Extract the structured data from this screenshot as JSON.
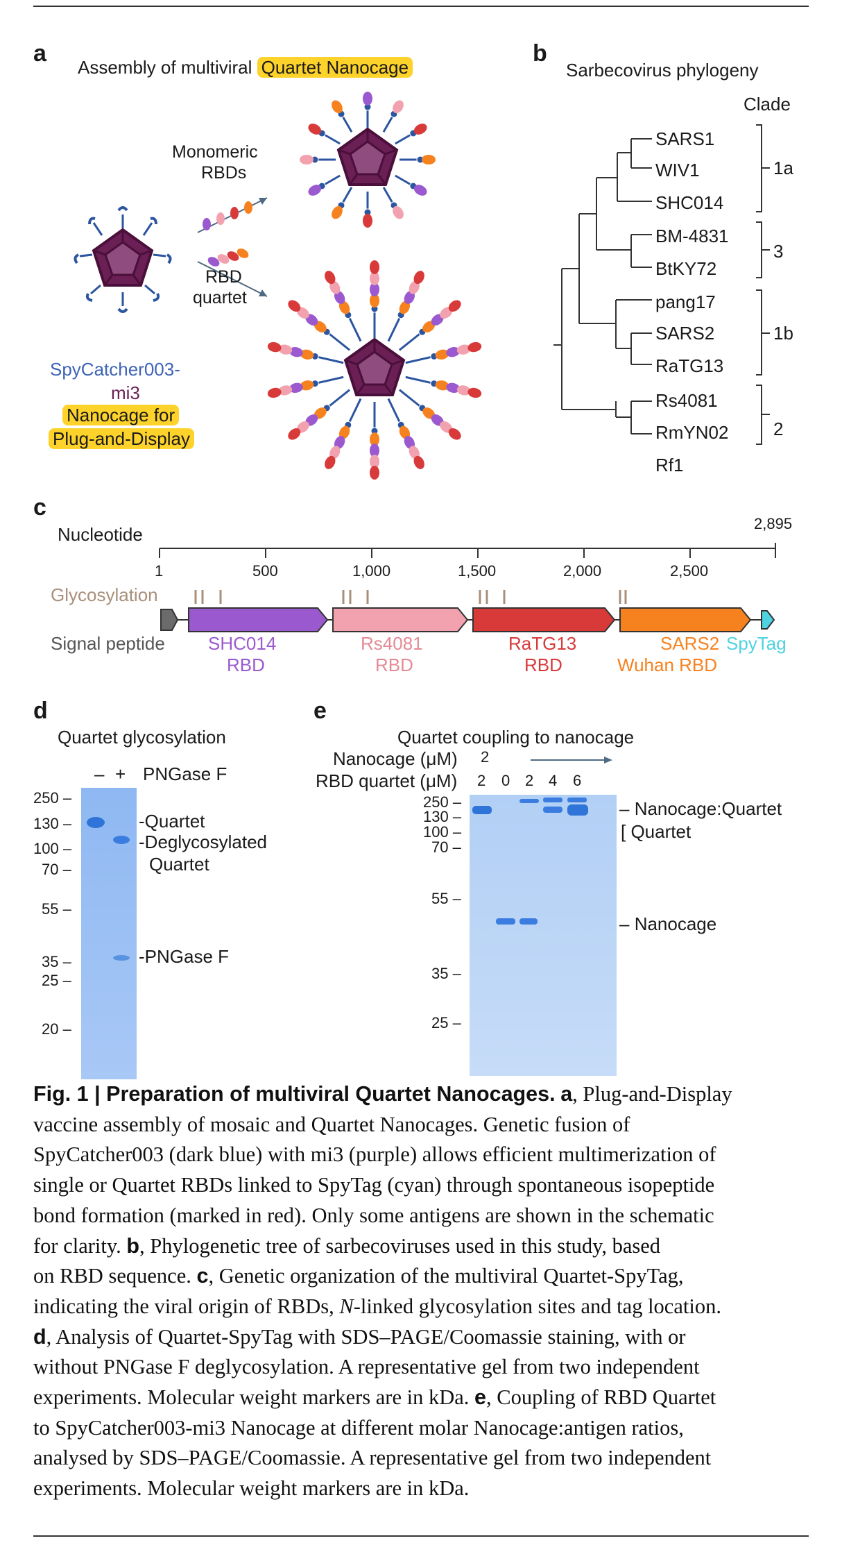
{
  "panel_a": {
    "letter": "a",
    "title_prefix": "Assembly of multiviral ",
    "title_highlight": "Quartet Nanocage",
    "monomeric_line1": "Monomeric",
    "monomeric_line2": "RBDs",
    "quartet_line1": "RBD",
    "quartet_line2": "quartet",
    "spycatcher_line1": "SpyCatcher003-",
    "spycatcher_line2": "mi3",
    "nanocage_line1": "Nanocage for",
    "nanocage_line2": "Plug-and-Display",
    "colors": {
      "cage": "#6a1f55",
      "cage_light": "#8e4d7e",
      "catcher": "#2c55a0",
      "highlight": "#fdd22a"
    }
  },
  "panel_b": {
    "letter": "b",
    "title": "Sarbecovirus phylogeny",
    "clade_header": "Clade",
    "taxa": [
      "SARS1",
      "WIV1",
      "SHC014",
      "BM-4831",
      "BtKY72",
      "pang17",
      "SARS2",
      "RaTG13",
      "Rs4081",
      "RmYN02",
      "Rf1"
    ],
    "clades": [
      "1a",
      "3",
      "1b",
      "2"
    ]
  },
  "panel_c": {
    "letter": "c",
    "nucleotide_label": "Nucleotide",
    "axis_end": "2,895",
    "ticks": [
      "1",
      "500",
      "1,000",
      "1,500",
      "2,000",
      "2,500"
    ],
    "glycosylation_label": "Glycosylation",
    "signal_label": "Signal peptide",
    "segments": [
      {
        "name1": "SHC014",
        "name2": "RBD",
        "color": "#9b59d0"
      },
      {
        "name1": "Rs4081",
        "name2": "RBD",
        "color": "#f2a2ae"
      },
      {
        "name1": "RaTG13",
        "name2": "RBD",
        "color": "#d83a3a"
      },
      {
        "name1": "SARS2",
        "name2": "Wuhan RBD",
        "color": "#f6821f"
      }
    ],
    "spytag_label": "SpyTag",
    "spytag_color": "#4fd3e0"
  },
  "panel_d": {
    "letter": "d",
    "title": "Quartet glycosylation",
    "lane_minus": "–",
    "lane_plus": "+",
    "enzyme": "PNGase F",
    "markers": [
      "250",
      "130",
      "100",
      "70",
      "55",
      "35",
      "25",
      "20"
    ],
    "band_labels": [
      "Quartet",
      "Deglycosylated",
      "Quartet",
      "PNGase F"
    ]
  },
  "panel_e": {
    "letter": "e",
    "title": "Quartet coupling to nanocage",
    "nanocage_row": "Nanocage (μM)",
    "nanocage_value": "2",
    "rbd_row": "RBD quartet (μM)",
    "rbd_values": [
      "2",
      "0",
      "2",
      "4",
      "6"
    ],
    "markers": [
      "250",
      "130",
      "100",
      "70",
      "55",
      "35",
      "25"
    ],
    "band_labels": [
      "Nanocage:Quartet",
      "Quartet",
      "Nanocage"
    ]
  },
  "caption": {
    "lead": "Fig. 1 | Preparation of multiviral Quartet Nanocages.",
    "l1_a": "a",
    "l1_rest": ", Plug-and-Display",
    "l2": "vaccine assembly of mosaic and Quartet Nanocages. Genetic fusion of",
    "l3": "SpyCatcher003 (dark blue) with mi3 (purple) allows efficient multimerization of",
    "l4": "single or Quartet RBDs linked to SpyTag (cyan) through spontaneous isopeptide",
    "l5": "bond formation (marked in red). Only some antigens are shown in the schematic",
    "l6_pre": "for clarity. ",
    "l6_b": "b",
    "l6_rest": ", Phylogenetic tree of sarbecoviruses used in this study, based",
    "l7_pre": "on RBD sequence. ",
    "l7_c": "c",
    "l7_rest": ", Genetic organization of the multiviral Quartet-SpyTag,",
    "l8_pre": "indicating the viral origin of RBDs, ",
    "l8_n": "N",
    "l8_rest": "-linked glycosylation sites and tag location.",
    "l9_d": "d",
    "l9_rest": ", Analysis of Quartet-SpyTag with SDS–PAGE/Coomassie staining, with or",
    "l10": "without PNGase F deglycosylation. A representative gel from two independent",
    "l11_pre": "experiments. Molecular weight markers are in kDa. ",
    "l11_e": "e",
    "l11_rest": ", Coupling of RBD Quartet",
    "l12": "to SpyCatcher003-mi3 Nanocage at different molar Nanocage:antigen ratios,",
    "l13": "analysed by SDS–PAGE/Coomassie. A representative gel from two independent",
    "l14": "experiments. Molecular weight markers are in kDa."
  }
}
